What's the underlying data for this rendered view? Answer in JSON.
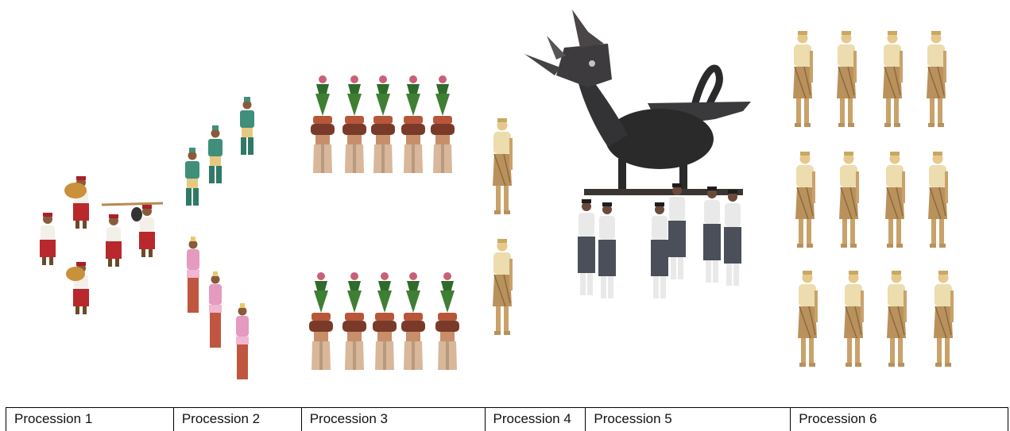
{
  "processions": [
    {
      "label": "Procession 1"
    },
    {
      "label": "Procession 2"
    },
    {
      "label": "Procession 3"
    },
    {
      "label": "Procession 4"
    },
    {
      "label": "Procession 5"
    },
    {
      "label": "Procession 6"
    }
  ],
  "colors": {
    "procession1_shirt": "#f3f0ea",
    "procession1_sarong": "#b8282c",
    "procession2_green": "#3f8f7a",
    "procession2_pink": "#e59ac0",
    "procession3_crown": "#2f6b2a",
    "procession3_skirt": "#d8b79a",
    "procession4_beige": "#ecdcae",
    "procession4_sarong": "#b9915c",
    "procession5_creature": "#2b2a2b",
    "procession6_beige": "#ecdcae"
  }
}
